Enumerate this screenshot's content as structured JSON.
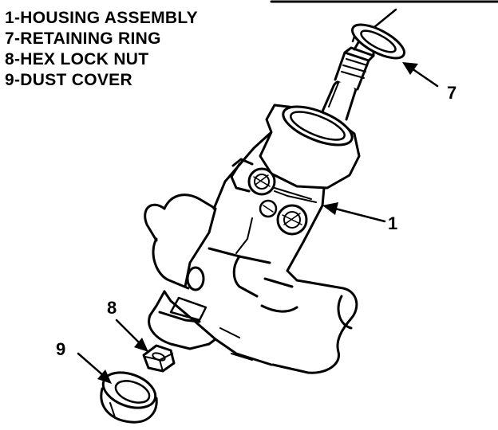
{
  "legend": {
    "items": [
      "1-HOUSING ASSEMBLY",
      "7-RETAINING RING",
      "8-HEX LOCK NUT",
      "9-DUST COVER"
    ]
  },
  "callouts": {
    "housing": "1",
    "retaining_ring": "7",
    "hex_nut": "8",
    "dust_cover": "9"
  }
}
